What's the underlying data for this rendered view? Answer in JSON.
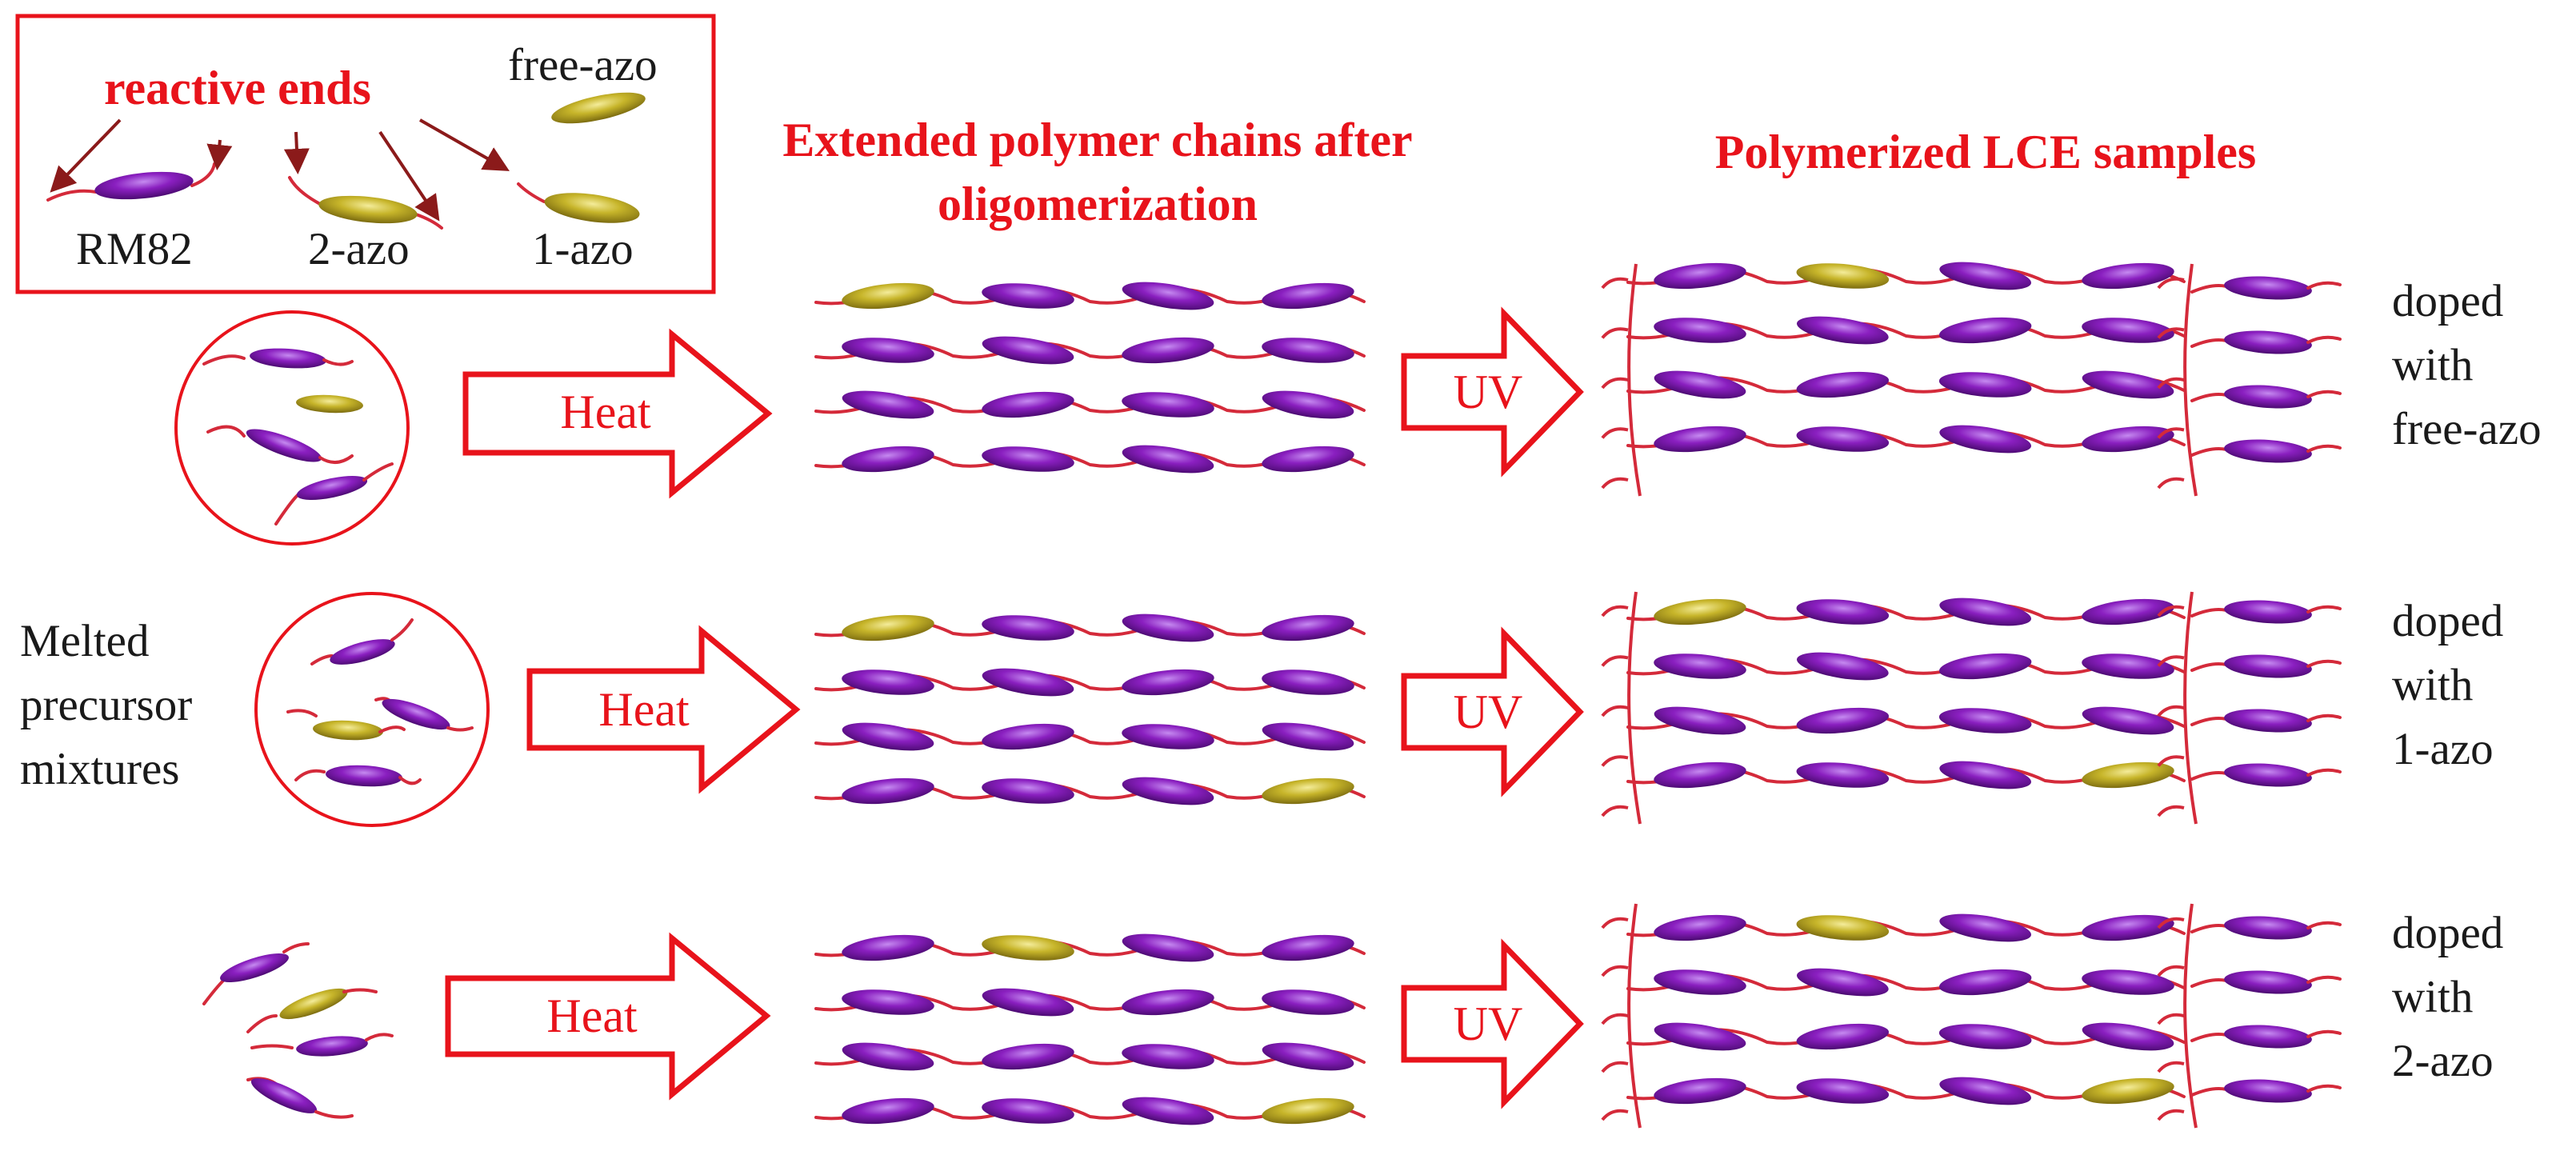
{
  "legend": {
    "reactive_ends_label": "reactive ends",
    "free_azo_label": "free-azo",
    "rm82_label": "RM82",
    "two_azo_label": "2-azo",
    "one_azo_label": "1-azo"
  },
  "headers": {
    "extended_chains_line1": "Extended polymer chains after",
    "extended_chains_line2": "oligomerization",
    "polymerized": "Polymerized LCE samples"
  },
  "melted": {
    "line1": "Melted",
    "line2": "precursor",
    "line3": "mixtures"
  },
  "arrows": {
    "heat": "Heat",
    "uv": "UV"
  },
  "rows": [
    {
      "line1": "doped",
      "line2": "with",
      "line3": "free-azo"
    },
    {
      "line1": "doped",
      "line2": "with",
      "line3": "1-azo"
    },
    {
      "line1": "doped",
      "line2": "with",
      "line3": "2-azo"
    }
  ],
  "colors": {
    "accent_red": "#e8131b",
    "rm82_purple": "#8a1fc0",
    "azo_yellow": "#c7b52a",
    "tail_red": "#d42a3a",
    "dark_arrow": "#8b1a1a"
  }
}
